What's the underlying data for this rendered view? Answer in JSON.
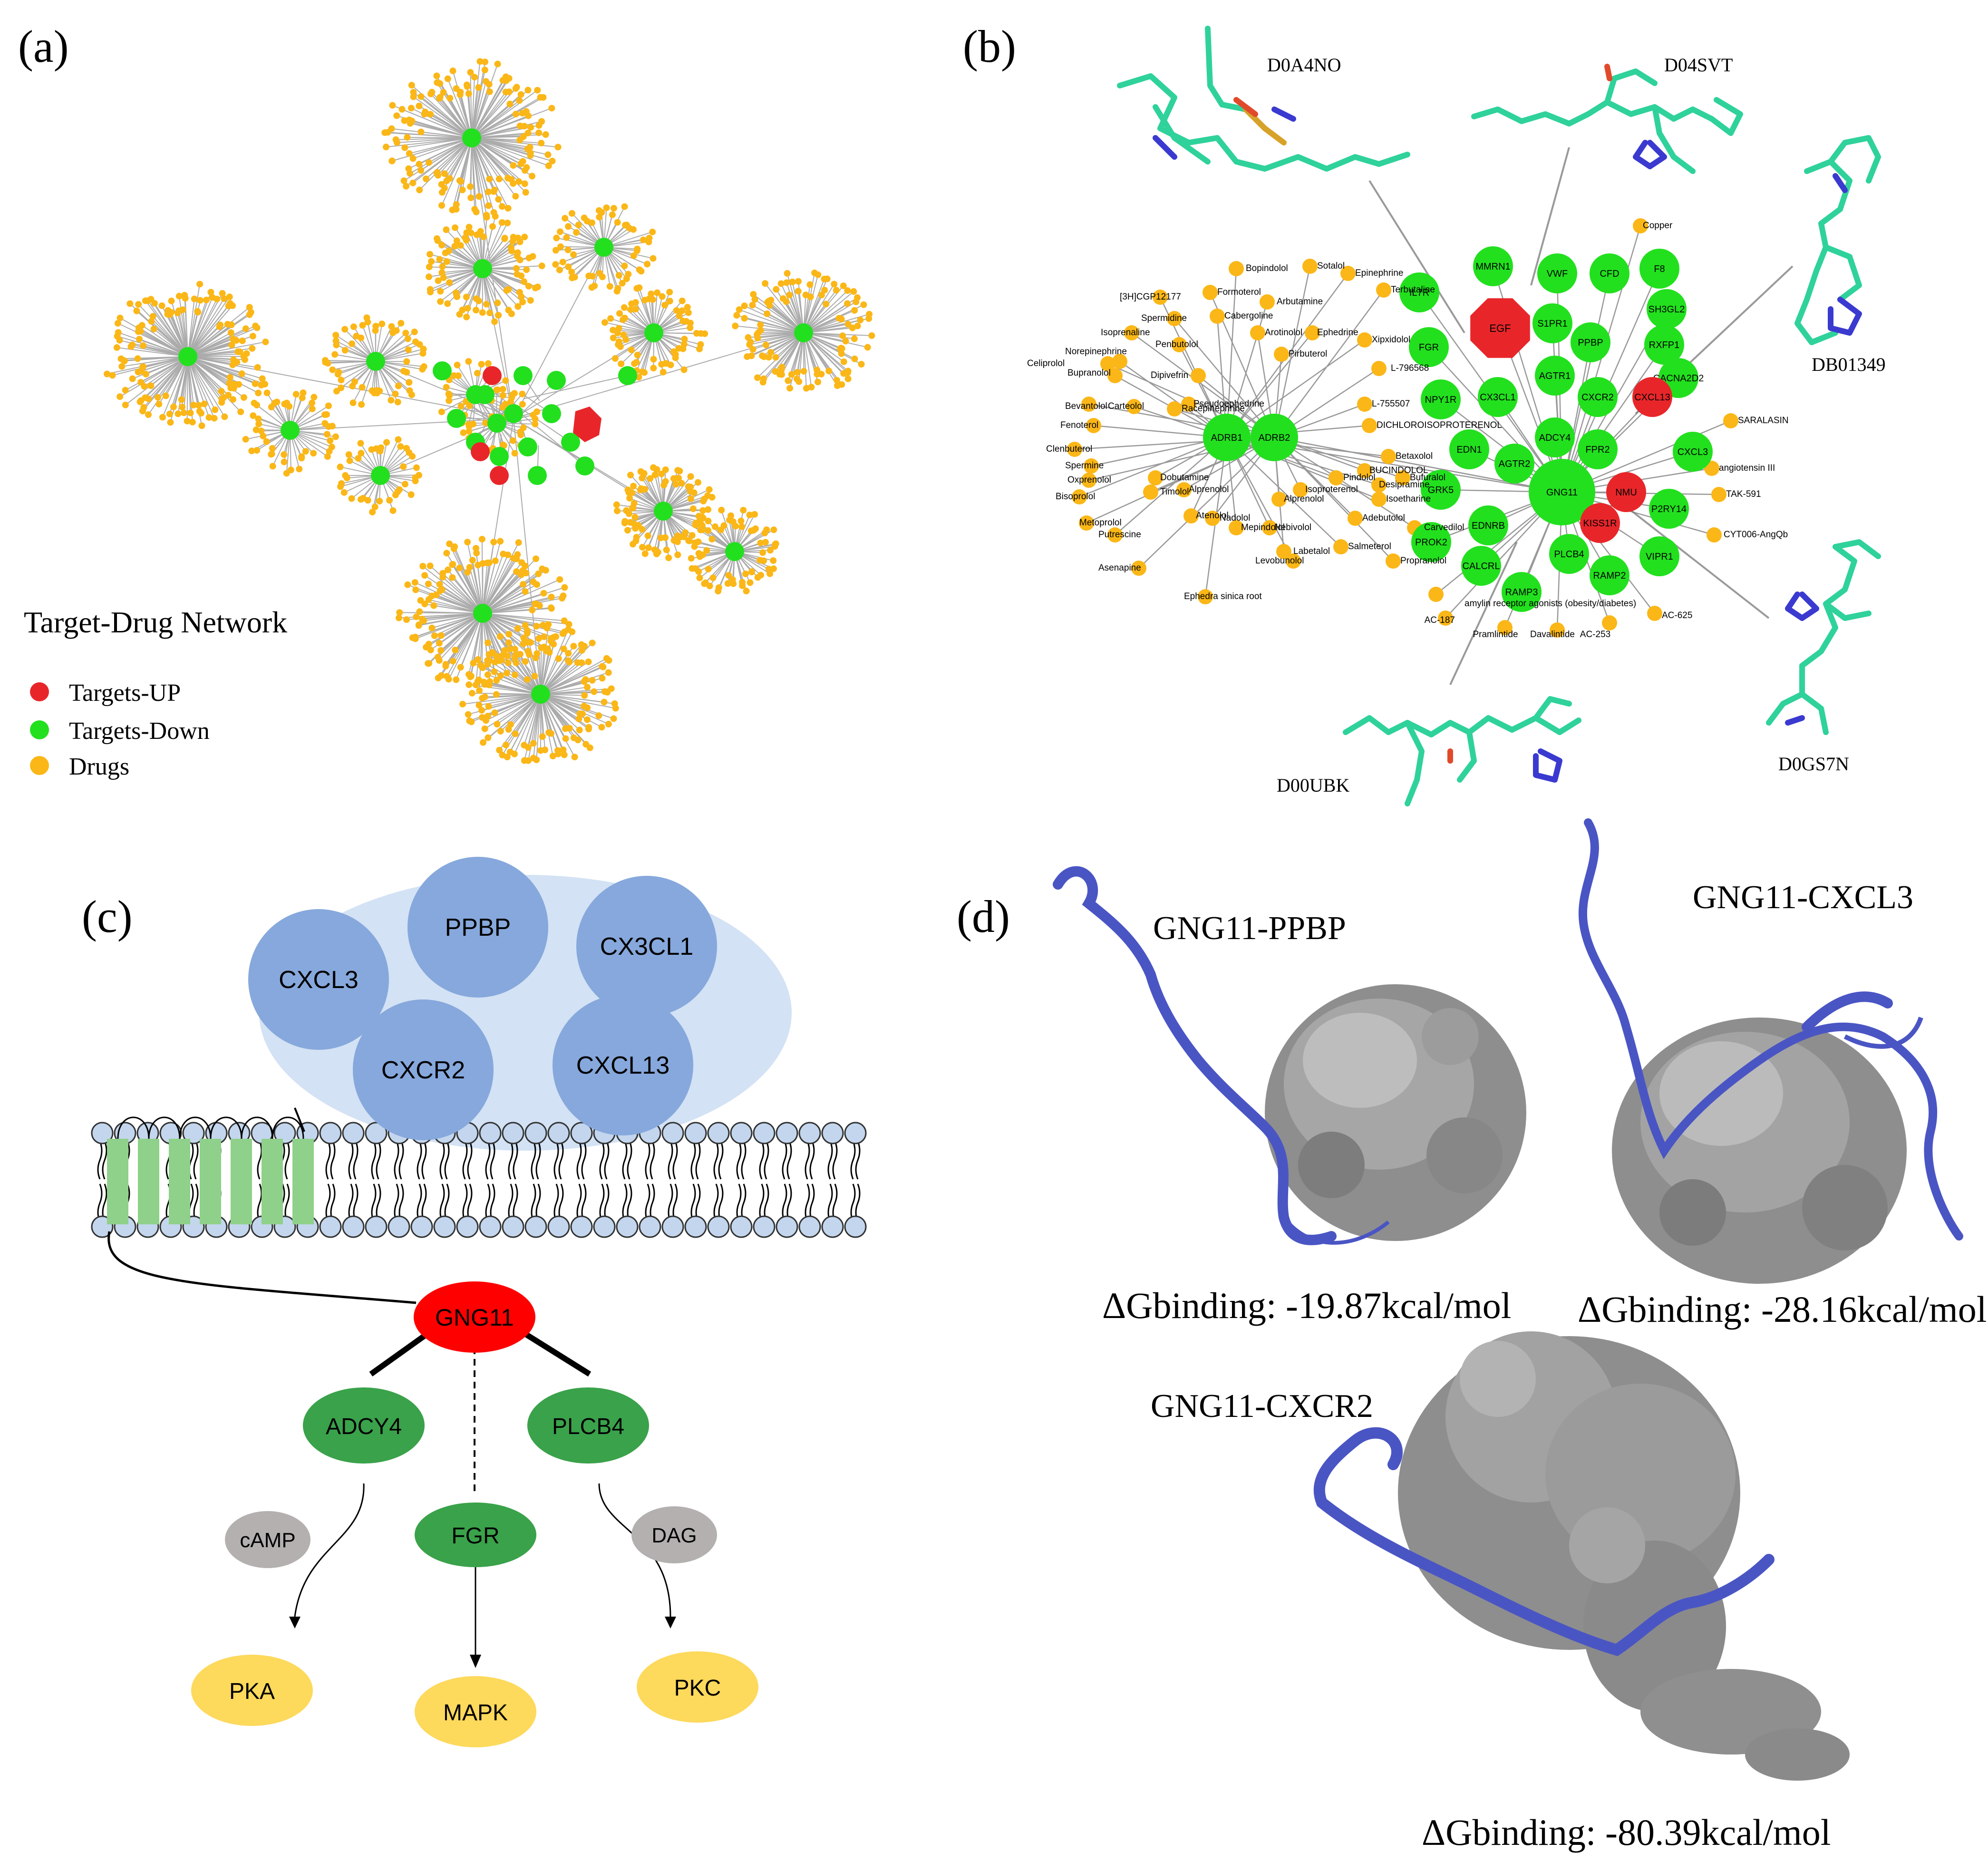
{
  "panels": {
    "a": {
      "label": "(a)",
      "title": "Target-Drug Network",
      "legend": [
        {
          "label": "Targets-UP",
          "color": "#e8262a"
        },
        {
          "label": "Targets-Down",
          "color": "#22e01e"
        },
        {
          "label": "Drugs",
          "color": "#fbb717"
        }
      ]
    },
    "b": {
      "label": "(b)",
      "structures": [
        "D0A4NO",
        "D04SVT",
        "DB01349",
        "D00UBK",
        "D0GS7N"
      ],
      "up_targets": [
        "EGF",
        "CXCL13",
        "NMU",
        "KISS1R"
      ],
      "down_targets": [
        "MMRN1",
        "VWF",
        "CFD",
        "F8",
        "IL7R",
        "S1PR1",
        "SH3GL2",
        "FGR",
        "PPBP",
        "RXFP1",
        "AGTR1",
        "CACNA2D2",
        "NPY1R",
        "CX3CL1",
        "CXCR2",
        "EDN1",
        "ADCY4",
        "FPR2",
        "CXCL3",
        "AGTR2",
        "GNG11",
        "GRK5",
        "P2RY14",
        "PROK2",
        "EDNRB",
        "VIPR1",
        "CALCRL",
        "PLCB4",
        "RAMP3",
        "RAMP2",
        "ADRB1",
        "ADRB2"
      ],
      "drugs": [
        "Copper",
        "SARALASIN",
        "angiotensin III",
        "TAK-591",
        "CYT006-AngQb",
        "AC-625",
        "AC-253",
        "Davalintide",
        "Pramlintide",
        "AC-187",
        "amylin receptor agonists (obesity/diabetes)",
        "Bopindolol",
        "Sotalol",
        "Epinephrine",
        "Terbutaline",
        "[3H]CGP12177",
        "Formoterol",
        "Arbutamine",
        "Spermidine",
        "Cabergoline",
        "Arotinolol",
        "Ephedrine",
        "Isoprenaline",
        "Penbutolol",
        "Pirbuterol",
        "Xipxidolol",
        "Celiprolol",
        "Bupranolol",
        "Dipivefrin",
        "Norepinephrine",
        "Bevantolol",
        "Carteolol",
        "L-796568",
        "Fenoterol",
        "Racepinephrine",
        "Pseudoephedrine",
        "L-755507",
        "DICHLOROISOPROTERENOL",
        "Clenbuterol",
        "Spermine",
        "Oxprenolol",
        "Bisoprolol",
        "Metoprolol",
        "Putrescine",
        "Asenapine",
        "Ephedra sinica root",
        "Timolol",
        "Dobutamine",
        "Alprenolol",
        "Atenolol",
        "Nadolol",
        "Nebivolol",
        "Labetalol",
        "Salmeterol",
        "Adebutolol",
        "Isoetharine",
        "Bufuralol",
        "Desipramine",
        "Carvedilol",
        "Levobunolol",
        "Propranolol",
        "Pindolol",
        "BUCINDOLOL",
        "Betaxolol",
        "Isoproterenol",
        "Mepindolol",
        "Alprenolol"
      ]
    },
    "c": {
      "label": "(c)",
      "ligands": [
        "PPBP",
        "CXCL3",
        "CX3CL1",
        "CXCR2",
        "CXCL13"
      ],
      "hub": "GNG11",
      "effectors": [
        "ADCY4",
        "FGR",
        "PLCB4"
      ],
      "messengers": [
        "cAMP",
        "DAG"
      ],
      "kinases": [
        "PKA",
        "MAPK",
        "PKC"
      ]
    },
    "d": {
      "label": "(d)",
      "complexes": [
        {
          "title": "GNG11-PPBP",
          "dg": "ΔGbinding: -19.87kcal/mol"
        },
        {
          "title": "GNG11-CXCL3",
          "dg": "ΔGbinding: -28.16kcal/mol"
        },
        {
          "title": "GNG11-CXCR2",
          "dg": "ΔGbinding: -80.39kcal/mol"
        }
      ]
    }
  },
  "colors": {
    "up": "#e8262a",
    "down": "#22e01e",
    "drug": "#fbb717",
    "ligand": "#86a8dc",
    "ligand_cloud": "#d3e2f4",
    "effector": "#3aa24a",
    "messenger": "#b4b0b0",
    "kinase": "#fdd95c",
    "membrane_head": "#c3d6ee",
    "helix": "#8fd08a",
    "ribbon": "#4a55c4",
    "surface": "#8e8e8e"
  }
}
